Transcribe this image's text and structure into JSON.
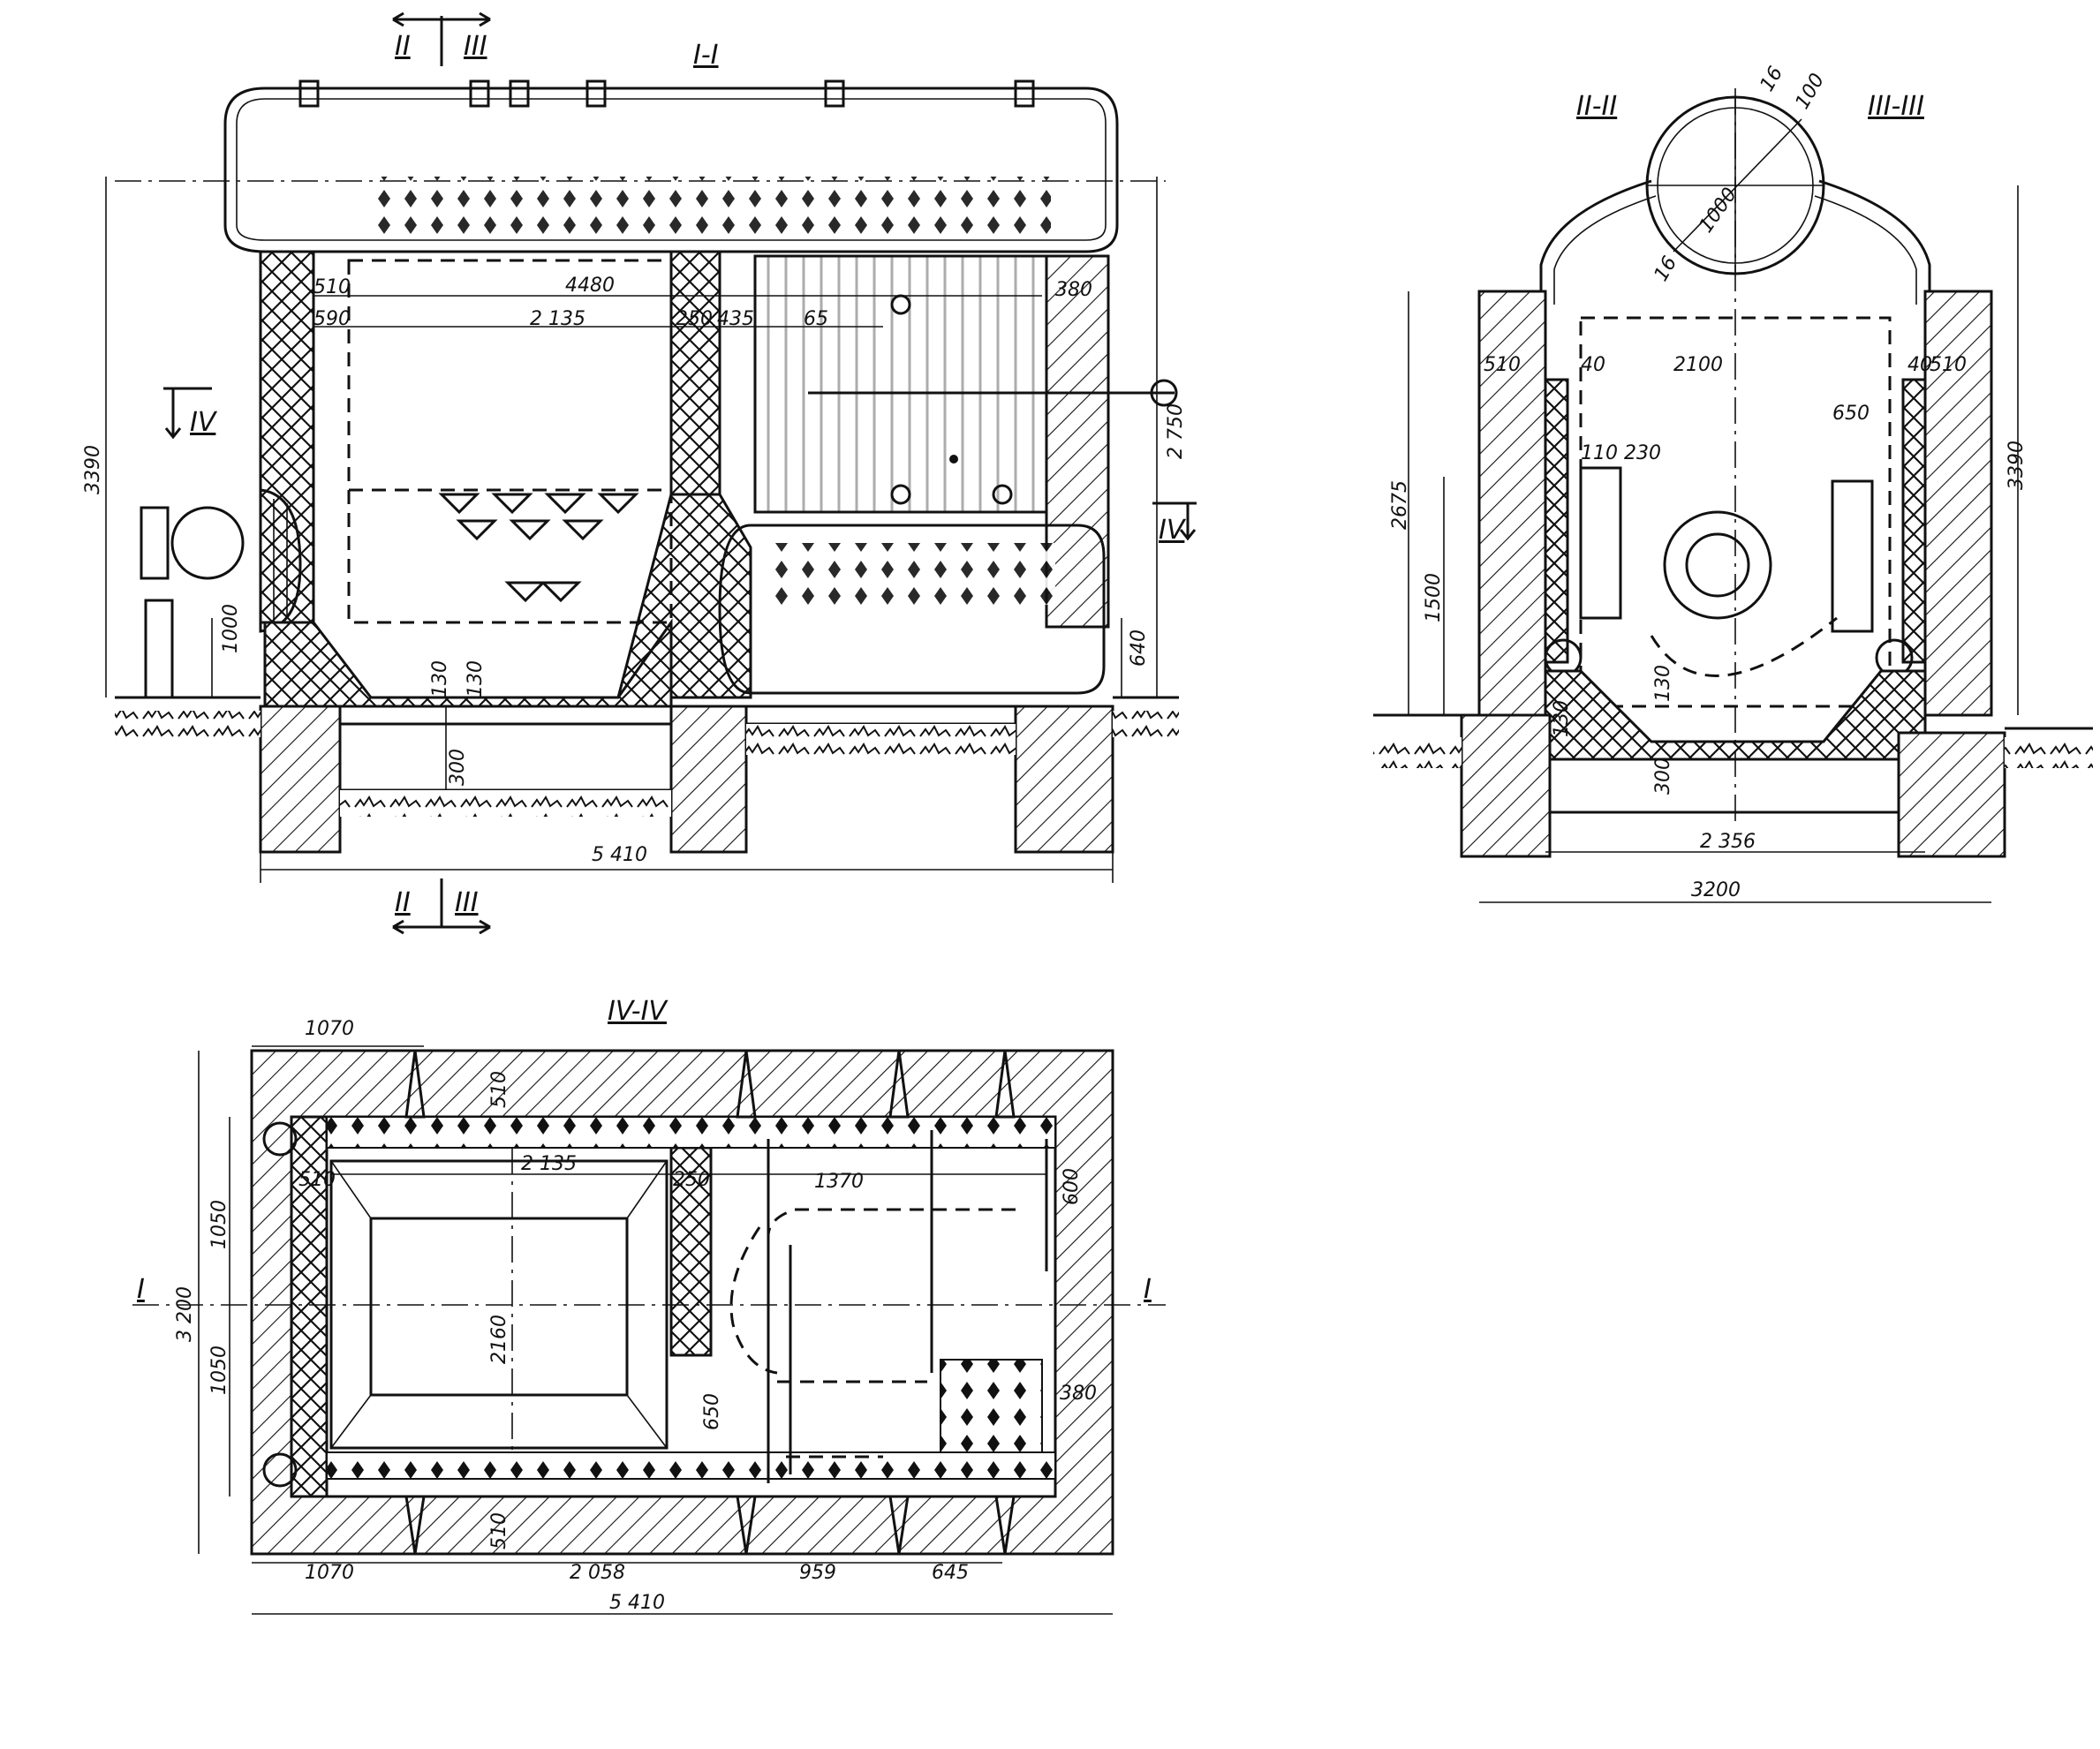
{
  "sections": {
    "section_1_1": "I-I",
    "section_2_2": "II-II",
    "section_3_3": "III-III",
    "section_4_4": "IV-IV"
  },
  "markers": {
    "II": "II",
    "III": "III",
    "IV": "IV",
    "I": "I"
  },
  "dims_top": {
    "height_total": "3390",
    "height_1000": "1000",
    "height_2750": "2 750",
    "height_640": "640",
    "w_4480": "4480",
    "w_510": "510",
    "w_590": "590",
    "w_2135": "2 135",
    "w_250": "250",
    "w_435": "435",
    "w_65": "65",
    "w_380": "380",
    "h_130a": "130",
    "h_130b": "130",
    "h_300": "300",
    "w_5410": "5 410"
  },
  "dims_right": {
    "h_3390": "3390",
    "h_2675": "2675",
    "h_1500": "1500",
    "w_510_l": "510",
    "w_40_l": "40",
    "w_2100": "2100",
    "w_40_r": "40",
    "w_510_r": "510",
    "w_650": "650",
    "w_110_230": "110 230",
    "d_1000": "1000",
    "t_16a": "16",
    "t_100": "100",
    "t_16b": "16",
    "h_130": "130",
    "h_130b": "130",
    "h_300": "300",
    "w_2356": "2 356",
    "w_3200": "3200"
  },
  "dims_bottom": {
    "w_1070_top": "1070",
    "w_510_top": "510",
    "w_510_side": "510",
    "w_2135": "2 135",
    "w_250": "250",
    "w_1370": "1370",
    "w_600": "600",
    "h_1050_top": "1050",
    "h_3200": "3 200",
    "h_1050_bot": "1050",
    "h_2160": "2160",
    "h_650": "650",
    "w_380": "380",
    "w_510_bot": "510",
    "w_1070_bot": "1070",
    "w_2058": "2 058",
    "w_959": "959",
    "w_645": "645",
    "w_5410": "5 410"
  }
}
